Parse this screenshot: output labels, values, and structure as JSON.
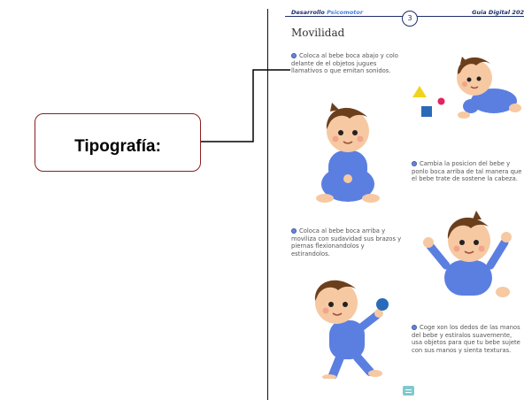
{
  "header": {
    "left_label": "Desarrollo",
    "left_accent": "Psicomotor",
    "right_label": "Guia Digital 202",
    "page_number": "3"
  },
  "section_title": "Movilidad",
  "callout_label": "Tipografía:",
  "paragraphs": [
    "Coloca al bebe boca abajo y colo delante de el objetos jugues llamativos o que emitan sonidos.",
    "Cambia la posicion del bebe y ponlo boca arriba de tal manera que el bebe trate de sostene la cabeza.",
    "Coloca al bebe boca arriba y moviliza con sudavidad sus brazos y piernas flexionandolos y estirandolos.",
    "Coge xon los dedos de las manos del bebe y estiralos suavemente, usa objetos para que tu bebe sujete con sus manos y sienta texturas."
  ],
  "colors": {
    "accent_blue": "#4a7fd9",
    "header_navy": "#1e2f6b",
    "callout_border": "#8b1e1e",
    "baby_suit": "#5b7fe0",
    "baby_hair": "#6b3f1c",
    "toy_yellow": "#f2d31b",
    "toy_red": "#e0245e",
    "toy_blue": "#2a6ab8"
  }
}
